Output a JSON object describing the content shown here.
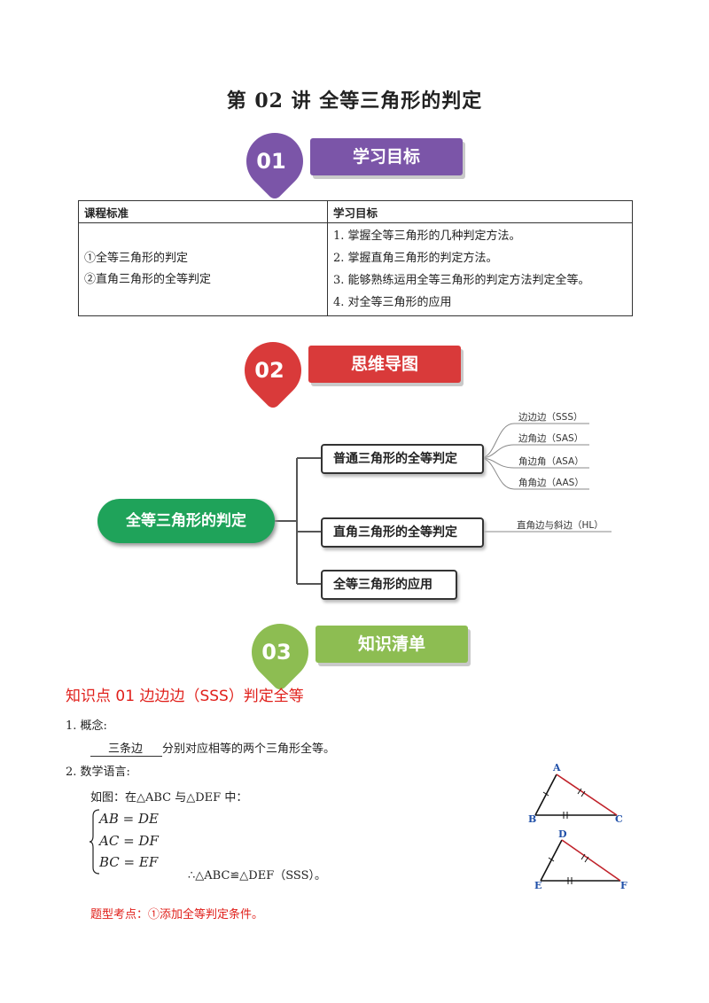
{
  "title": "第 02 讲  全等三角形的判定",
  "sections": [
    {
      "num": "01",
      "label": "学习目标",
      "color": "#7b55a8"
    },
    {
      "num": "02",
      "label": "思维导图",
      "color": "#d93a3a"
    },
    {
      "num": "03",
      "label": "知识清单",
      "color": "#8dbd52"
    }
  ],
  "objectives_table": {
    "headers": [
      "课程标准",
      "学习目标"
    ],
    "standards": [
      "①全等三角形的判定",
      "②直角三角形的全等判定"
    ],
    "goals": [
      "1. 掌握全等三角形的几种判定方法。",
      "2. 掌握直角三角形的判定方法。",
      "3. 能够熟练运用全等三角形的判定方法判定全等。",
      "4. 对全等三角形的应用"
    ]
  },
  "mindmap": {
    "root": "全等三角形的判定",
    "branches": [
      {
        "label": "普通三角形的全等判定",
        "leaves": [
          "边边边（SSS）",
          "边角边（SAS）",
          "角边角（ASA）",
          "角角边（AAS）"
        ]
      },
      {
        "label": "直角三角形的全等判定",
        "leaves": [
          "直角边与斜边（HL）"
        ]
      },
      {
        "label": "全等三角形的应用",
        "leaves": []
      }
    ]
  },
  "knowledge": {
    "kp_title": "知识点 01    边边边（SSS）判定全等",
    "item1_label": "1. 概念:",
    "item1_blank": "三条边",
    "item1_text": "分别对应相等的两个三角形全等。",
    "item2_label": "2. 数学语言:",
    "intro": "如图：在△ABC 与△DEF 中：",
    "equations": [
      "AB = DE",
      "AC = DF",
      "BC = EF"
    ],
    "conclusion": "∴△ABC≌△DEF（SSS）。",
    "exam_point": "题型考点：①添加全等判定条件。"
  },
  "figure": {
    "tri1_labels": [
      "A",
      "B",
      "C"
    ],
    "tri2_labels": [
      "D",
      "E",
      "F"
    ],
    "edge_color": "#111111",
    "highlight_color": "#c0222a",
    "label_color": "#1f4fa8"
  }
}
